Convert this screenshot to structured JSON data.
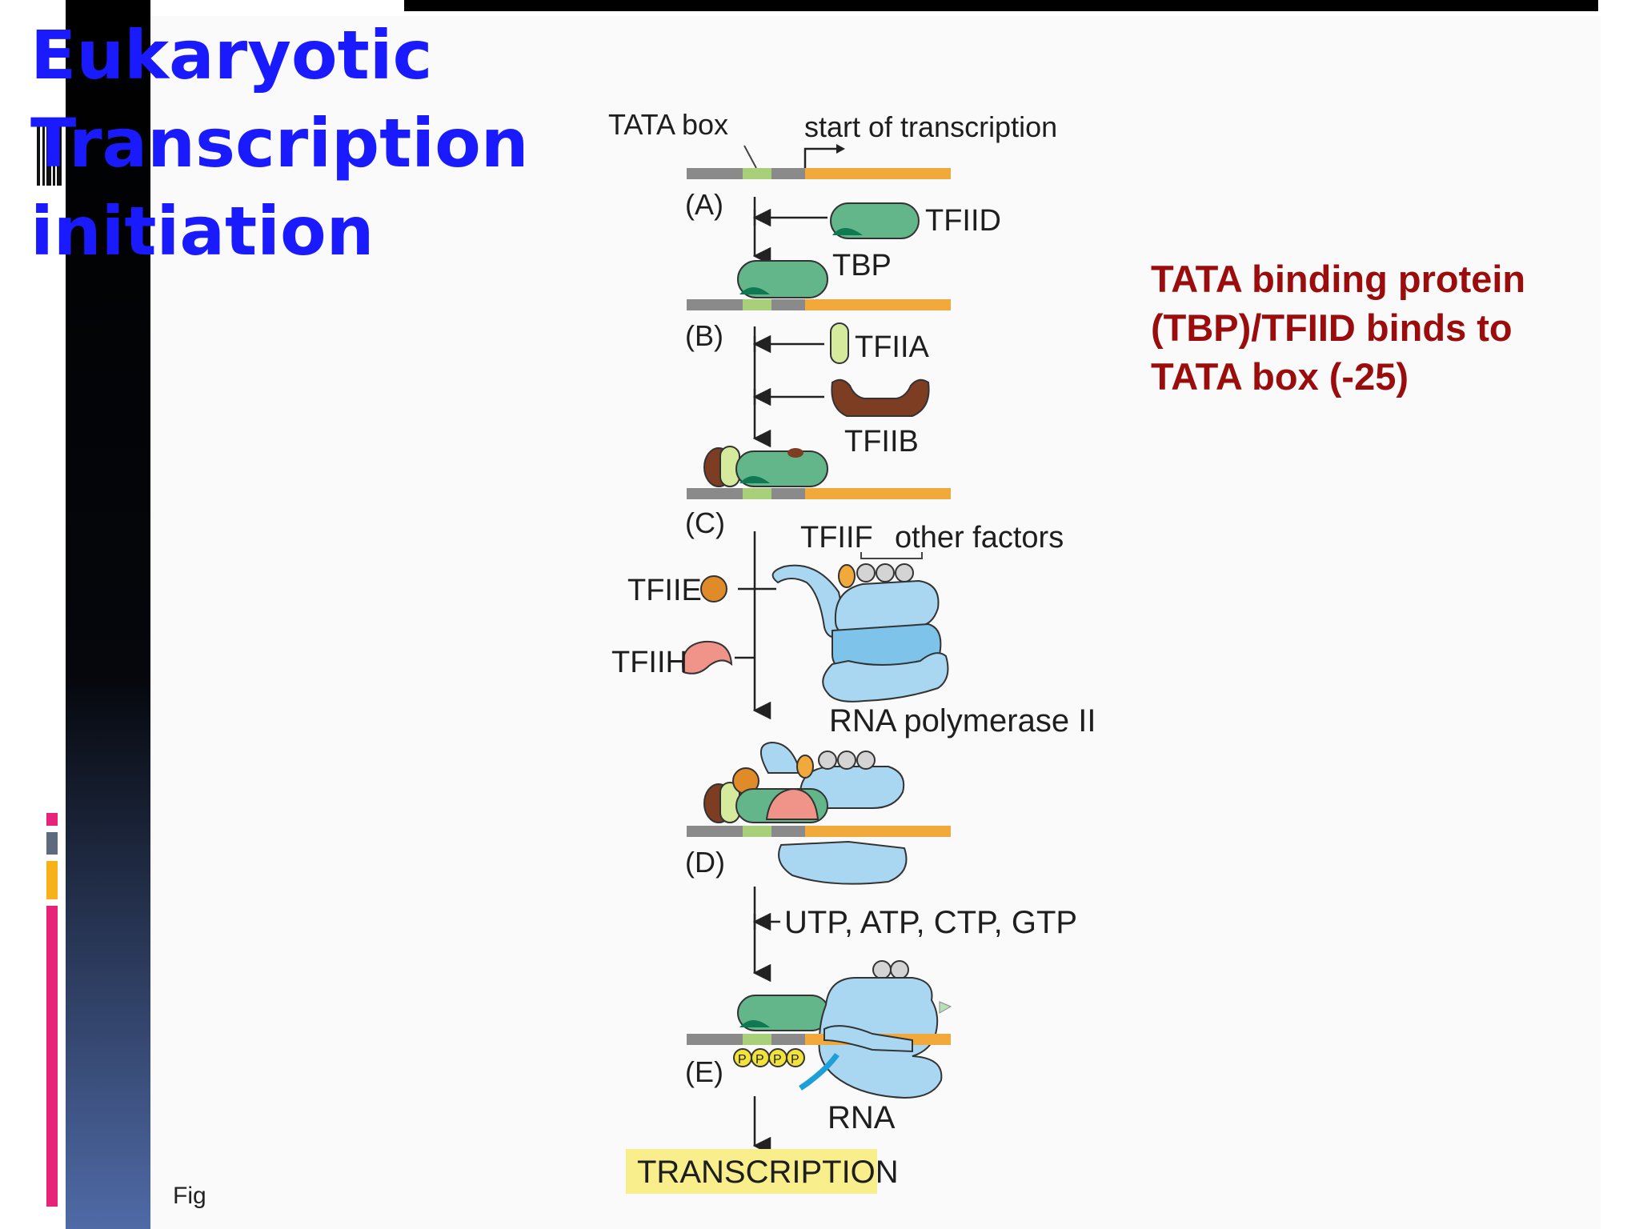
{
  "slide": {
    "title_lines": [
      "Eukaryotic",
      "Transcription",
      "initiation"
    ],
    "note_lines": [
      "TATA binding protein",
      "(TBP)/TFIID binds to",
      "TATA box (-25)"
    ],
    "fig_label": "Fig",
    "colors": {
      "title": "#1a1aff",
      "note": "#9b0d0d",
      "dna_grey": "#8a8a8a",
      "tata_green": "#a8d07a",
      "dna_orange": "#f2a93b",
      "tfiid_green": "#63b58a",
      "polymerase_blue": "#a9d7f2",
      "tfiib_brown": "#7d3d22",
      "tfiie_orange": "#e08a2a",
      "tfiih_salmon": "#f0948a",
      "highlight_yellow": "#f8ef8c",
      "accent_pink": "#e8237a"
    }
  },
  "diagram": {
    "top_labels": {
      "tata_box": "TATA box",
      "start": "start of transcription"
    },
    "steps": {
      "a": "(A)",
      "b": "(B)",
      "c": "(C)",
      "d": "(D)",
      "e": "(E)"
    },
    "factors": {
      "tfiid": "TFIID",
      "tbp": "TBP",
      "tfiia": "TFIIA",
      "tfiib": "TFIIB",
      "tfiif": "TFIIF",
      "other": "other factors",
      "tfiie": "TFIIE",
      "tfiih": "TFIIH",
      "pol": "RNA polymerase II"
    },
    "nucleotides": "UTP, ATP, CTP, GTP",
    "phosphate": "P",
    "rna": "RNA",
    "transcription": "TRANSCRIPTION"
  }
}
